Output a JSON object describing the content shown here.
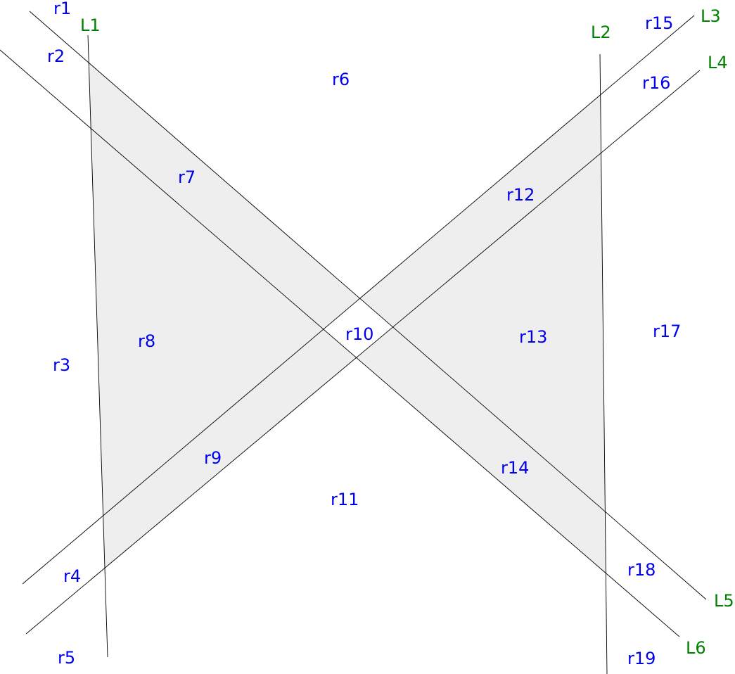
{
  "colors": {
    "region_label": "#0000ee",
    "line_label": "#008000",
    "line_stroke": "#000000",
    "shaded_fill": "#eeeeee",
    "background": "#ffffff"
  },
  "lines": [
    "L1",
    "L2",
    "L3",
    "L4",
    "L5",
    "L6"
  ],
  "regions": [
    "r1",
    "r2",
    "r3",
    "r4",
    "r5",
    "r6",
    "r7",
    "r8",
    "r9",
    "r10",
    "r11",
    "r12",
    "r13",
    "r14",
    "r15",
    "r16",
    "r17",
    "r18",
    "r19"
  ]
}
